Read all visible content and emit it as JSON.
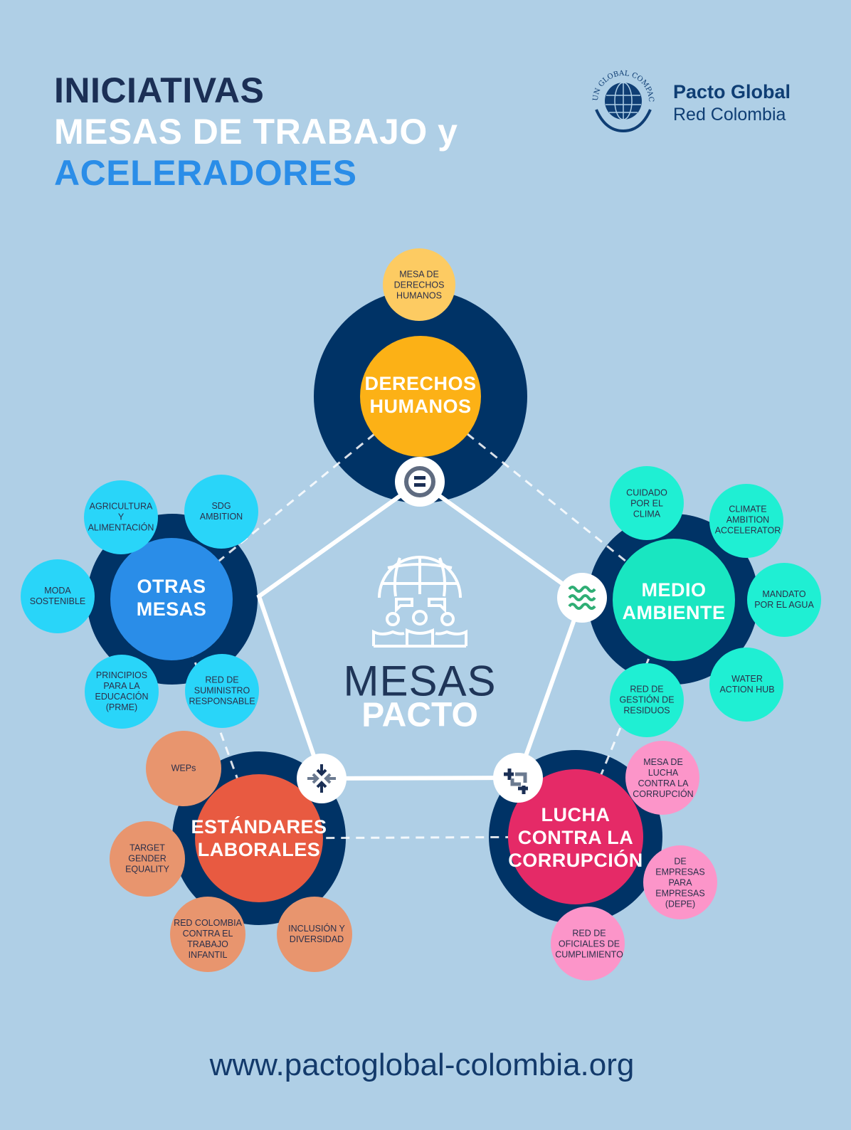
{
  "header": {
    "line1": "INICIATIVAS",
    "line2": "MESAS DE TRABAJO y",
    "line3": "ACELERADORES"
  },
  "logo": {
    "emblem_text": "UN GLOBAL COMPACT",
    "name": "Pacto Global",
    "subtitle": "Red Colombia"
  },
  "center": {
    "line1": "MESAS",
    "line2": "PACTO",
    "icon": "globe-people-icon"
  },
  "hubs": {
    "derechos": {
      "label": "DERECHOS\nHUMANOS",
      "color": "#fcb116",
      "icon": "equality-icon",
      "items": [
        "MESA DE\nDERECHOS\nHUMANOS"
      ]
    },
    "otras": {
      "label": "OTRAS\nMESAS",
      "color": "#2a8de8",
      "items": [
        "AGRICULTURA\nY\nALIMENTACIÓN",
        "SDG\nAMBITION",
        "MODA\nSOSTENIBLE",
        "PRINCIPIOS\nPARA LA\nEDUCACIÓN\n(PRME)",
        "RED DE\nSUMINISTRO\nRESPONSABLE"
      ]
    },
    "medio": {
      "label": "MEDIO\nAMBIENTE",
      "color": "#19e6c1",
      "icon": "water-waves-icon",
      "items": [
        "CUIDADO\nPOR EL\nCLIMA",
        "CLIMATE\nAMBITION\nACCELERATOR",
        "MANDATO\nPOR EL AGUA",
        "WATER\nACTION HUB",
        "RED DE\nGESTIÓN DE\nRESIDUOS"
      ]
    },
    "estandares": {
      "label": "ESTÁNDARES\nLABORALES",
      "color": "#e85a41",
      "icon": "arrows-converge-icon",
      "items": [
        "WEPs",
        "TARGET\nGENDER\nEQUALITY",
        "RED COLOMBIA\nCONTRA EL\nTRABAJO\nINFANTIL",
        "INCLUSIÓN Y\nDIVERSIDAD"
      ]
    },
    "lucha": {
      "label": "LUCHA\nCONTRA LA\nCORRUPCIÓN",
      "color": "#e52a67",
      "icon": "anti-corruption-icon",
      "items": [
        "MESA DE\nLUCHA\nCONTRA LA\nCORRUPCIÓN",
        "DE\nEMPRESAS\nPARA\nEMPRESAS\n(DEPE)",
        "RED DE\nOFICIALES DE\nCUMPLIMIENTO"
      ]
    }
  },
  "footer": {
    "url": "www.pactoglobal-colombia.org"
  },
  "colors": {
    "background": "#afcfe6",
    "navy": "#003366",
    "title_dark": "#1b2f55",
    "accent_blue": "#2a8de8"
  }
}
